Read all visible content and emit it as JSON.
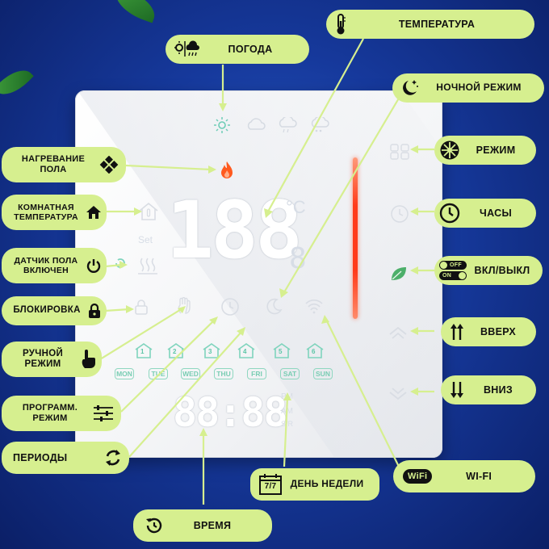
{
  "labels": {
    "weather": "ПОГОДА",
    "temperature": "ТЕМПЕРАТУРА",
    "night_mode": "НОЧНОЙ РЕЖИМ",
    "heating": "НАГРЕВАНИЕ ПОЛА",
    "room_temp": "КОМНАТНАЯ ТЕМПЕРАТУРА",
    "floor_sensor": "ДАТЧИК ПОЛА ВКЛЮЧЕН",
    "lock": "БЛОКИРОВКА",
    "manual": "РУЧНОЙ РЕЖИМ",
    "program": "ПРОГРАММ. РЕЖИМ",
    "periods": "ПЕРИОДЫ",
    "time": "ВРЕМЯ",
    "weekday": "ДЕНЬ НЕДЕЛИ",
    "wifi": "WI-FI",
    "mode": "РЕЖИМ",
    "clock": "ЧАСЫ",
    "onoff": "ВКЛ/ВЫКЛ",
    "up": "ВВЕРХ",
    "down": "ВНИЗ"
  },
  "display": {
    "temp_digits": "188",
    "temp_unit": "°C",
    "temp_decimal": "8",
    "set_label": "Set",
    "time_digits": "88:88",
    "pm": "PM",
    "am": "AM",
    "week_days": [
      "MON",
      "TUE",
      "WED",
      "THU",
      "FRI",
      "SAT",
      "SUN"
    ],
    "periods": [
      "1",
      "2",
      "3",
      "4",
      "5",
      "6"
    ]
  },
  "icons": {
    "weekday_badge": "7/7",
    "switch_off": "OFF",
    "switch_on": "ON",
    "wifi_badge": "WiFi"
  },
  "colors": {
    "label_bg": "#d6ef8f",
    "line": "#d6ef8f",
    "flame": "#ff5a1f",
    "bar": "#ff3b1a",
    "leaf": "#4caf6a",
    "day": "#79cdb3"
  }
}
